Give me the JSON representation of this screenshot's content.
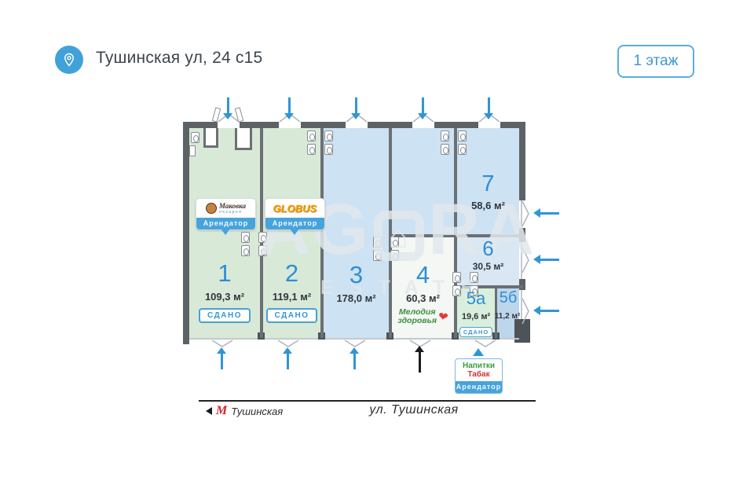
{
  "header": {
    "title": "Тушинская ул, 24 с15",
    "floor_button": "1 этаж"
  },
  "watermark": {
    "left": "AG",
    "logo_glyph": "⌂",
    "right": "RA",
    "line2": "ESTATE"
  },
  "labels": {
    "arendator": "Арендатор"
  },
  "rooms": {
    "r1": {
      "number": "1",
      "area": "109,3 м²",
      "status": "СДАНО"
    },
    "r2": {
      "number": "2",
      "area": "119,1 м²",
      "status": "СДАНО"
    },
    "r3": {
      "number": "3",
      "area": "178,0 м²"
    },
    "r4": {
      "number": "4",
      "area": "60,3 м²"
    },
    "r5a": {
      "number": "5а",
      "area": "19,6 м²",
      "status": "СДАНО"
    },
    "r5b": {
      "number": "5б",
      "area": "11,2 м²"
    },
    "r6": {
      "number": "6",
      "area": "30,5 м²"
    },
    "r7": {
      "number": "7",
      "area": "58,6 м²"
    }
  },
  "tenants": {
    "makovka": {
      "name": "Маковка",
      "sub": "пекарня"
    },
    "globus": {
      "name": "GLOBUS"
    },
    "melodia": {
      "line1": "Мелодия",
      "line2": "здоровья",
      "heart": "❤"
    },
    "napitki": {
      "line1": "Напитки",
      "line2": "Табак"
    }
  },
  "footer": {
    "metro_m": "М",
    "metro_station": "Тушинская",
    "street": "ул. Тушинская"
  },
  "colors": {
    "accent_blue": "#2f96d6",
    "room_green": "#d9e9d8",
    "room_blue": "#cde2f2",
    "room_blue_dark": "#bdd6ec",
    "room_white": "#f4f7f3",
    "wall": "#5d6267",
    "metro_red": "#d6232a",
    "status_badge_blue": "#3697d3",
    "tenant_bar_blue": "#47a3db"
  }
}
